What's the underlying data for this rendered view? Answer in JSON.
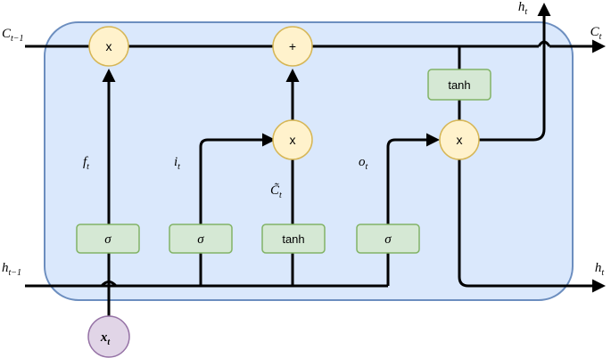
{
  "inputs": {
    "c_prev": {
      "main": "C",
      "sub": "t−1"
    },
    "h_prev": {
      "main": "h",
      "sub": "t−1"
    },
    "x": {
      "main": "x",
      "sub": "t"
    }
  },
  "outputs": {
    "c_out": {
      "main": "C",
      "sub": "t"
    },
    "h_top": {
      "main": "h",
      "sub": "t"
    },
    "h_right": {
      "main": "h",
      "sub": "t"
    }
  },
  "gate_labels": {
    "forget": {
      "main": "f",
      "sub": "t"
    },
    "input": {
      "main": "i",
      "sub": "t"
    },
    "candidate": {
      "main": "C̃",
      "sub": "t"
    },
    "output": {
      "main": "o",
      "sub": "t"
    }
  },
  "operators": {
    "forget_mul": "x",
    "cell_add": "+",
    "input_mul": "x",
    "output_mul": "x"
  },
  "gates": {
    "forget_sigma": "σ",
    "input_sigma": "σ",
    "candidate_tanh": "tanh",
    "output_sigma": "σ",
    "cell_tanh": "tanh"
  },
  "colors": {
    "cell_fill": "#dae8fc",
    "cell_stroke": "#6c8ebf",
    "operator_fill": "#fff2cc",
    "operator_stroke": "#d6b656",
    "gate_fill": "#d5e8d4",
    "gate_stroke": "#82b366",
    "input_fill": "#e1d5e7",
    "input_stroke": "#9673a6"
  }
}
